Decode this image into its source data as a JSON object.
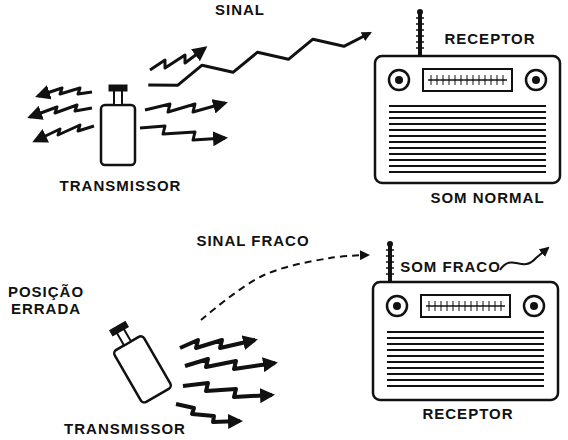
{
  "diagram": {
    "nodes": [
      {
        "text": [
          "TRANSMISSOR"
        ]
      },
      {
        "text": [
          "RECEPTOR"
        ]
      },
      {
        "text": [
          "TRANSMISSOR"
        ]
      },
      {
        "text": [
          "RECEPTOR"
        ]
      }
    ],
    "edges": [
      {
        "from": 0,
        "to": 1,
        "arrow": "to",
        "label": "SINAL"
      },
      {
        "from": 2,
        "to": 3,
        "arrow": "to",
        "label": "SINAL FRACO"
      }
    ],
    "labels": [
      "SOM NORMAL",
      "POSIÇÃO ERRADA",
      "SOM FRACO"
    ]
  }
}
